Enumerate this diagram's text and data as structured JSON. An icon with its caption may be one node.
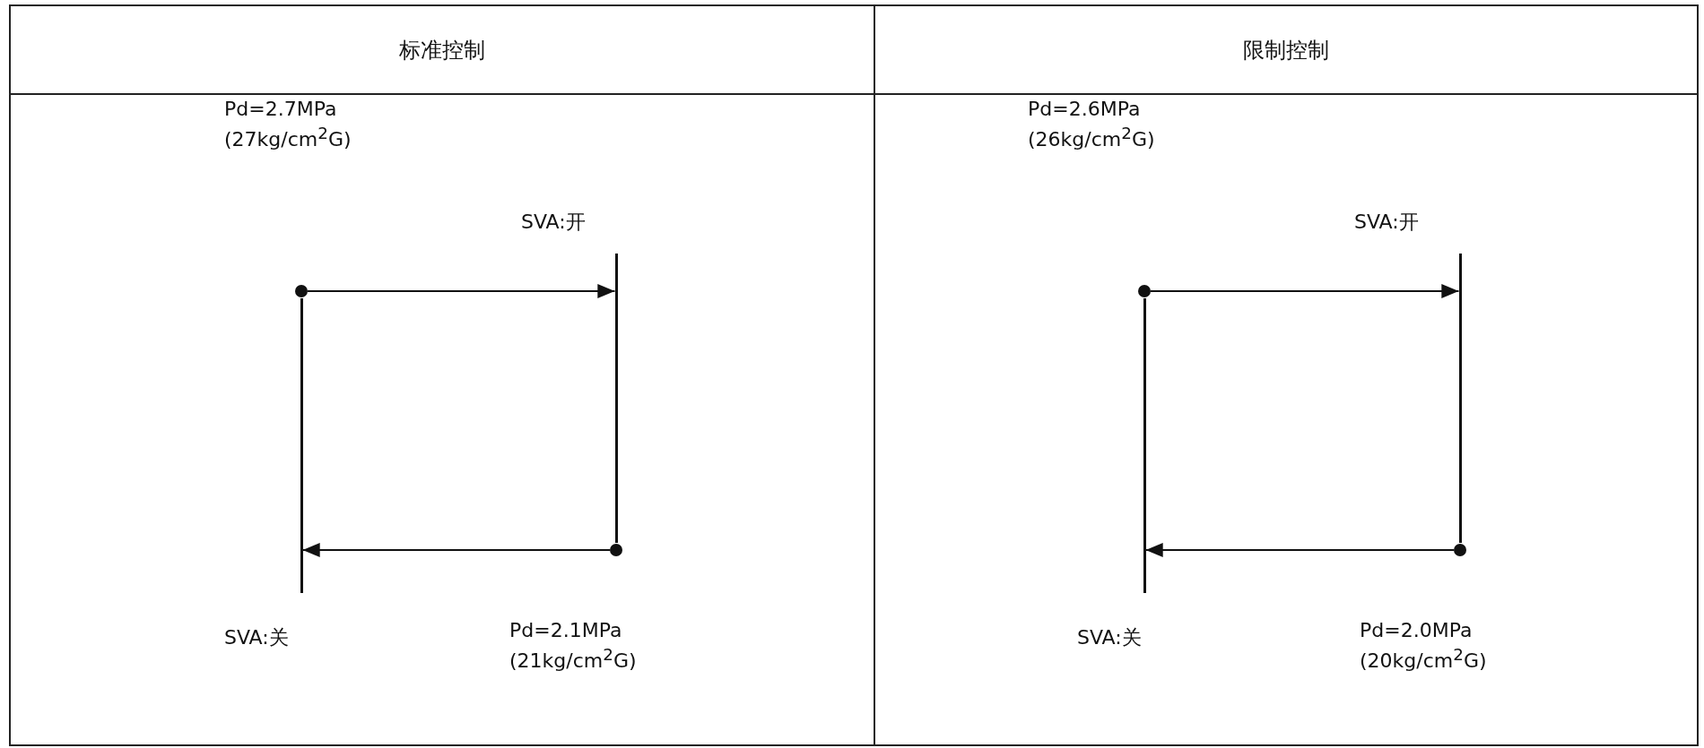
{
  "diagram": {
    "nodes": [
      {
        "text": [
          "标准控制"
        ]
      },
      {
        "text": [],
        "shape": "circle",
        "in": 0
      },
      {
        "text": [],
        "shape": "bar",
        "in": 0,
        "beside": [
          "SVA:开"
        ]
      },
      {
        "text": [],
        "shape": "circle",
        "in": 0,
        "beside": [
          "Pd=2.1MPa (21kg/cm$^{2}$G)"
        ]
      },
      {
        "text": [],
        "shape": "bar",
        "in": 0,
        "beside": [
          "SVA:关"
        ]
      },
      {
        "text": [
          "限制控制"
        ]
      },
      {
        "text": [],
        "shape": "circle",
        "in": 5
      },
      {
        "text": [],
        "shape": "bar",
        "in": 5,
        "beside": [
          "SVA:开"
        ]
      },
      {
        "text": [],
        "shape": "circle",
        "in": 5,
        "beside": [
          "Pd=2.0MPa (20kg/cm$^{2}$G)"
        ]
      },
      {
        "text": [],
        "shape": "bar",
        "in": 5,
        "beside": [
          "SVA:关"
        ]
      }
    ],
    "edges": [
      {
        "from": 1,
        "to": 2,
        "arrow": "to"
      },
      {
        "from": 3,
        "to": 4,
        "arrow": "to"
      },
      {
        "from": 6,
        "to": 7,
        "arrow": "to"
      },
      {
        "from": 8,
        "to": 9,
        "arrow": "to"
      }
    ],
    "labels": [
      "Pd=2.7MPa (27kg/cm$^{2}$G)",
      "Pd=2.6MPa (26kg/cm$^{2}$G)"
    ]
  }
}
